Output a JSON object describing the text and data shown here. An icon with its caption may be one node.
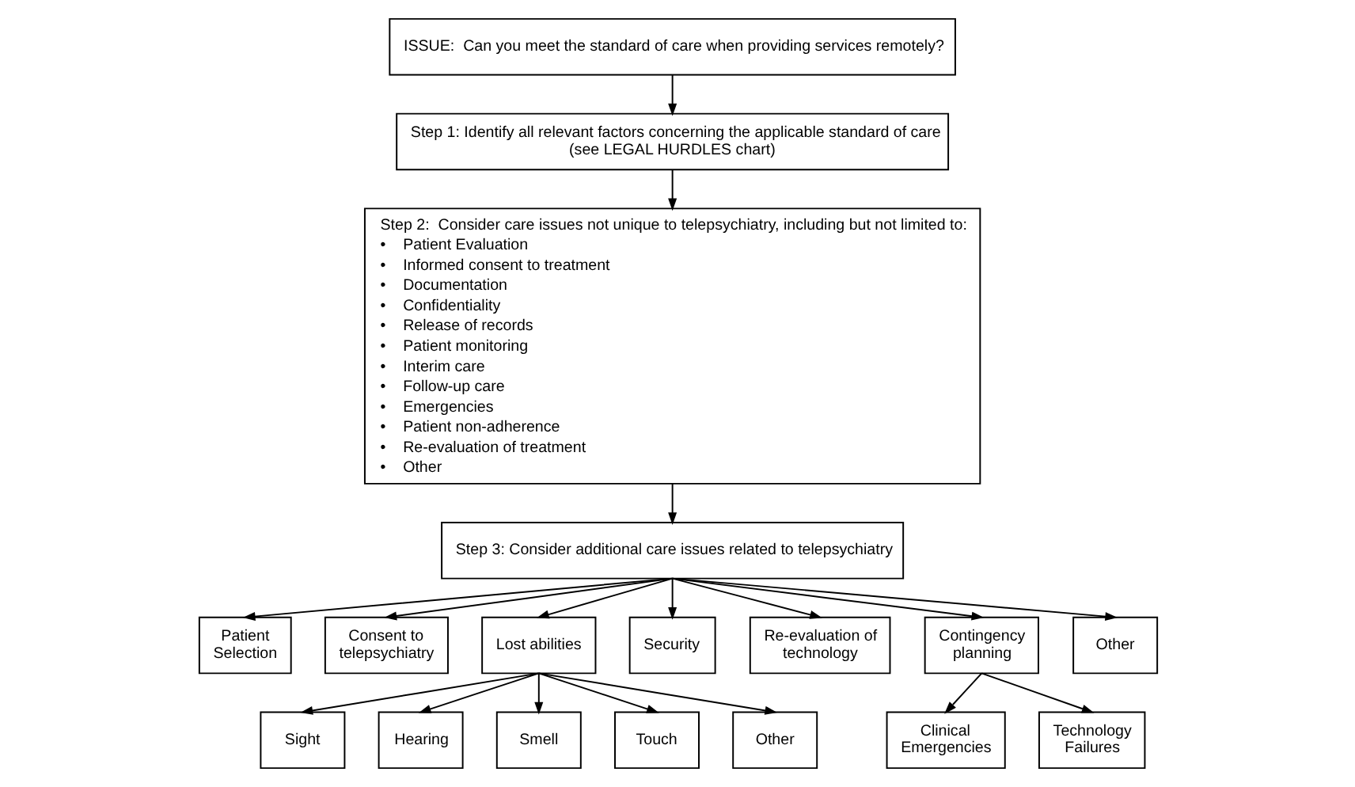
{
  "diagram": {
    "nodes": [
      {
        "text": [
          "ISSUE:  Can you meet the standard of care when providing services remotely?"
        ]
      },
      {
        "text": [
          "Step 1: Identify all relevant factors concerning the applicable standard of care (see LEGAL HURDLES chart)"
        ]
      },
      {
        "text": [
          "Step 2:  Consider care issues not unique to telepsychiatry, including but not limited to:",
          "•    Patient Evaluation",
          "•    Informed consent to treatment",
          "•    Documentation",
          "•    Confidentiality",
          "•    Release of records",
          "•    Patient monitoring",
          "•    Interim care",
          "•    Follow-up care",
          "•    Emergencies",
          "•    Patient non-adherence",
          "•    Re-evaluation of treatment",
          "•    Other"
        ]
      },
      {
        "text": [
          "Step 3: Consider additional care issues related to telepsychiatry"
        ]
      },
      {
        "text": [
          "Patient Selection"
        ]
      },
      {
        "text": [
          "Consent to telepsychiatry"
        ]
      },
      {
        "text": [
          "Lost abilities"
        ]
      },
      {
        "text": [
          "Security"
        ]
      },
      {
        "text": [
          "Re-evaluation of technology"
        ]
      },
      {
        "text": [
          "Contingency planning"
        ]
      },
      {
        "text": [
          "Other"
        ]
      },
      {
        "text": [
          "Sight"
        ]
      },
      {
        "text": [
          "Hearing"
        ]
      },
      {
        "text": [
          "Smell"
        ]
      },
      {
        "text": [
          "Touch"
        ]
      },
      {
        "text": [
          "Other"
        ]
      },
      {
        "text": [
          "Clinical Emergencies"
        ]
      },
      {
        "text": [
          "Technology Failures"
        ]
      }
    ],
    "edges": [
      {
        "from": 0,
        "to": 1,
        "arrow": "to"
      },
      {
        "from": 1,
        "to": 2,
        "arrow": "to"
      },
      {
        "from": 2,
        "to": 3,
        "arrow": "to"
      },
      {
        "from": 3,
        "to": 4,
        "arrow": "to"
      },
      {
        "from": 3,
        "to": 5,
        "arrow": "to"
      },
      {
        "from": 3,
        "to": 6,
        "arrow": "to"
      },
      {
        "from": 3,
        "to": 7,
        "arrow": "to"
      },
      {
        "from": 3,
        "to": 8,
        "arrow": "to"
      },
      {
        "from": 3,
        "to": 9,
        "arrow": "to"
      },
      {
        "from": 3,
        "to": 10,
        "arrow": "to"
      },
      {
        "from": 6,
        "to": 11,
        "arrow": "to"
      },
      {
        "from": 6,
        "to": 12,
        "arrow": "to"
      },
      {
        "from": 6,
        "to": 13,
        "arrow": "to"
      },
      {
        "from": 6,
        "to": 14,
        "arrow": "to"
      },
      {
        "from": 6,
        "to": 15,
        "arrow": "to"
      },
      {
        "from": 9,
        "to": 16,
        "arrow": "to"
      },
      {
        "from": 9,
        "to": 17,
        "arrow": "to"
      }
    ]
  }
}
